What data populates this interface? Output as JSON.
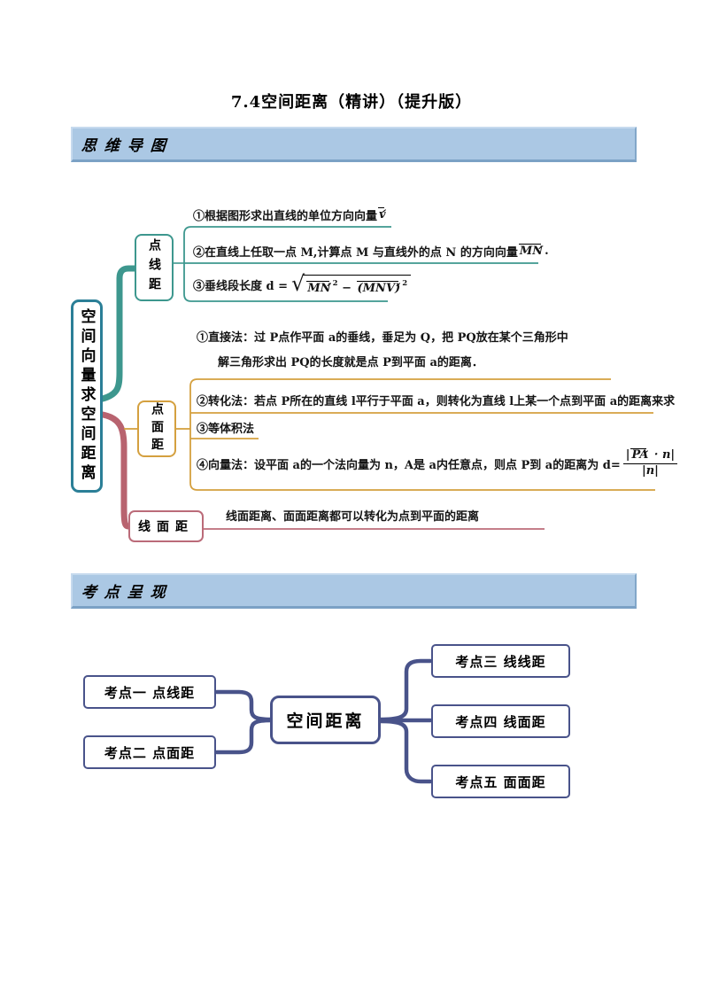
{
  "page": {
    "title": "7.4空间距离（精讲）（提升版）"
  },
  "banners": {
    "mindmap": "思维导图",
    "kaodian": "考点呈现"
  },
  "colors": {
    "banner_fill": "#abc8e4",
    "teal": "#3d978e",
    "root_teal": "#2b7f97",
    "orange": "#d4a03f",
    "pink": "#bb6b79",
    "navy": "#49538a"
  },
  "map1": {
    "root": "空间向量求空间距离",
    "dianxian": {
      "label": "点线距",
      "item1": {
        "pre": "①根据图形求出直线的单位方向向量",
        "vec": "v"
      },
      "item2": {
        "pre": "②在直线上任取一点 M,计算点 M 与直线外的点 N 的方向向量",
        "vec": "MN",
        "suf": "."
      },
      "item3": {
        "pre": "③垂线段长度 d =",
        "sqrt_sym": "√",
        "v1": "MN",
        "p1": "2",
        "op": "−",
        "v2": "(MNV)",
        "p2": "2"
      }
    },
    "dianmian": {
      "label": "点面距",
      "item1_line1": "①直接法：过 P点作平面 a的垂线，垂足为 Q，把 PQ放在某个三角形中",
      "item1_line2": "解三角形求出 PQ的长度就是点 P到平面 a的距离．",
      "item2": "②转化法：若点 P所在的直线 l平行于平面 a，则转化为直线 l上某一个点到平面 a的距离来求",
      "item3": "③等体积法",
      "item4": {
        "pre": "④向量法：设平面 a的一个法向量为 n，A是 a内任意点，则点 P到 a的距离为 d=",
        "num_pre": "|",
        "num_vec": "PA",
        "num_suf": " · n|",
        "den": "|n|"
      }
    },
    "xianmian": {
      "label": "线面距",
      "item1": "线面距离、面面距离都可以转化为点到平面的距离"
    }
  },
  "map2": {
    "center": "空间距离",
    "left": [
      "考点一 点线距",
      "考点二 点面距"
    ],
    "right": [
      "考点三 线线距",
      "考点四 线面距",
      "考点五 面面距"
    ]
  }
}
